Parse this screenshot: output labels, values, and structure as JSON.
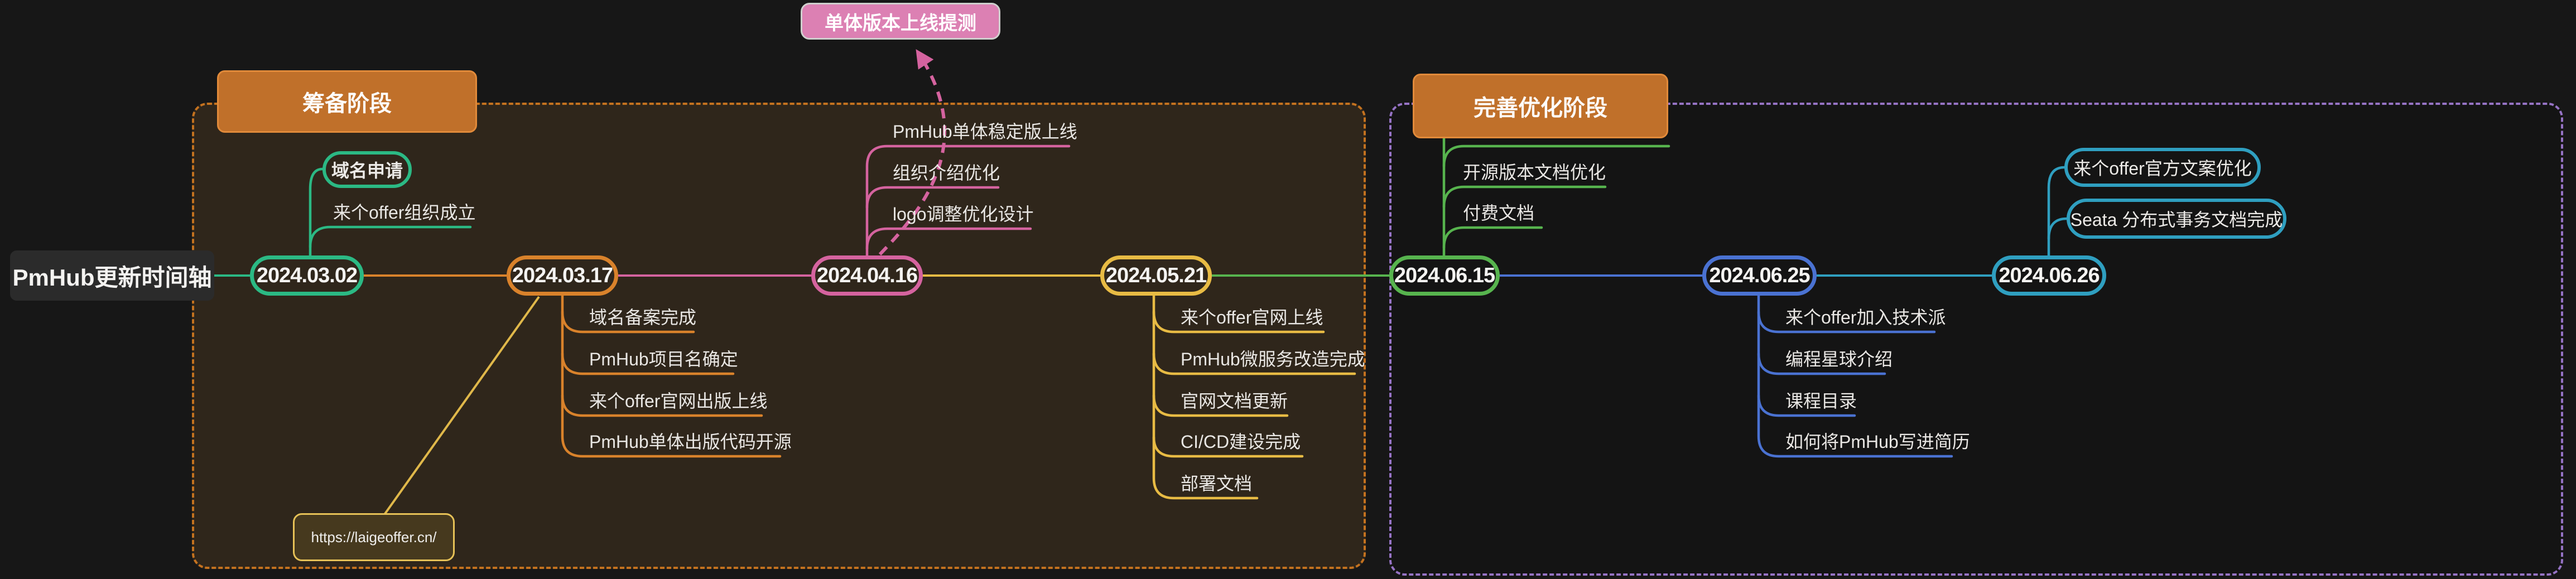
{
  "title": "PmHub更新时间轴",
  "stages": [
    {
      "label": "筹备阶段",
      "box_fill": "#c0702a",
      "box_border": "#e18a3a",
      "section_border": "#c4721f",
      "section_fill": "#2f261b"
    },
    {
      "label": "完善优化阶段",
      "box_fill": "#c0702a",
      "box_border": "#e18a3a",
      "section_border": "#9673c5",
      "section_fill": "#141414"
    }
  ],
  "floating_topic": {
    "label": "单体版本上线提测",
    "fill": "#dc80b3",
    "border": "#cfcfcd",
    "arrow_color": "#d5639f"
  },
  "link_note": {
    "label": "https://laigeoffer.cn/",
    "fill": "#46391e",
    "border": "#e6c157",
    "line_color": "#e0b84a"
  },
  "events": [
    {
      "date": "2024.03.02",
      "color": "#2bb984",
      "items": [
        {
          "label": "域名申请"
        },
        {
          "label": "来个offer组织成立"
        }
      ]
    },
    {
      "date": "2024.03.17",
      "color": "#d9822b",
      "items": [
        {
          "label": "域名备案完成"
        },
        {
          "label": "PmHub项目名确定"
        },
        {
          "label": "来个offer官网出版上线"
        },
        {
          "label": "PmHub单体出版代码开源"
        }
      ]
    },
    {
      "date": "2024.04.16",
      "color": "#d5639f",
      "items": [
        {
          "label": "PmHub单体稳定版上线"
        },
        {
          "label": "组织介绍优化"
        },
        {
          "label": "logo调整优化设计"
        }
      ]
    },
    {
      "date": "2024.05.21",
      "color": "#e8bb44",
      "items": [
        {
          "label": "来个offer官网上线"
        },
        {
          "label": "PmHub微服务改造完成"
        },
        {
          "label": "官网文档更新"
        },
        {
          "label": "CI/CD建设完成"
        },
        {
          "label": "部署文档"
        }
      ]
    },
    {
      "date": "2024.06.15",
      "color": "#57b44e",
      "items": [
        {
          "label": "开源版本文档优化"
        },
        {
          "label": "付费文档"
        }
      ]
    },
    {
      "date": "2024.06.25",
      "color": "#4a72d2",
      "items": [
        {
          "label": "来个offer加入技术派"
        },
        {
          "label": "编程星球介绍"
        },
        {
          "label": "课程目录"
        },
        {
          "label": "如何将PmHub写进简历"
        }
      ]
    },
    {
      "date": "2024.06.26",
      "color": "#2f9fc0",
      "items": [
        {
          "label": "来个offer官方文案优化"
        },
        {
          "label": "Seata 分布式事务文档完成"
        }
      ]
    }
  ]
}
